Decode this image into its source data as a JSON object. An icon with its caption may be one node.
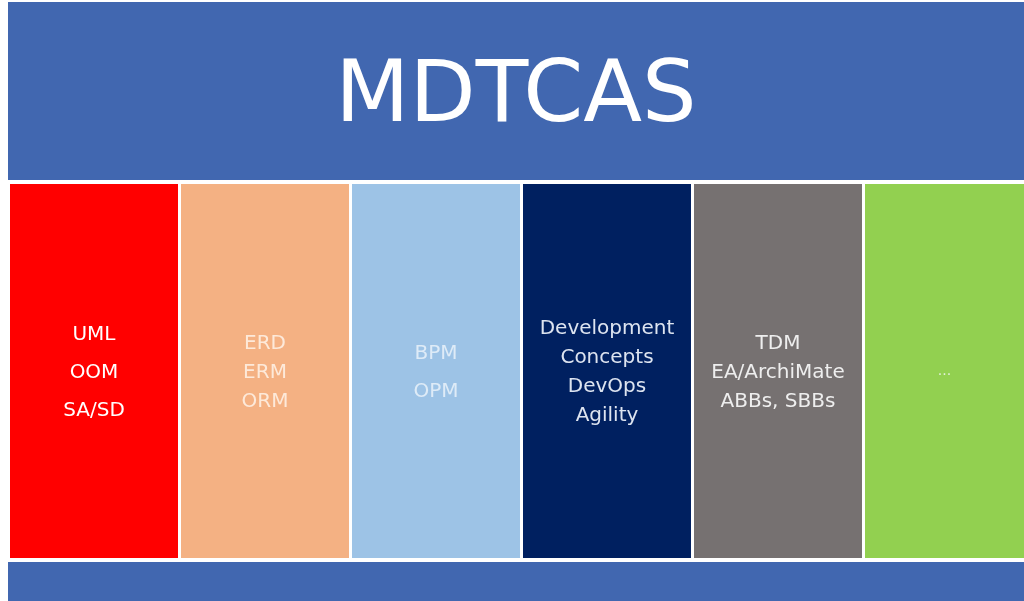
{
  "diagram": {
    "nodes": [
      {
        "text": [
          "MDTCAS"
        ]
      },
      {
        "text": [
          "UML",
          "OOM",
          "SA/SD"
        ]
      },
      {
        "text": [
          "ERD",
          "ERM",
          "ORM"
        ]
      },
      {
        "text": [
          "BPM",
          "OPM"
        ]
      },
      {
        "text": [
          "Development",
          "Concepts",
          "DevOps",
          "Agility"
        ]
      },
      {
        "text": [
          "TDM",
          "EA/ArchiMate",
          "ABBs, SBBs"
        ]
      },
      {
        "text": [
          "..."
        ]
      },
      {
        "text": [],
        "shape": "bar"
      }
    ]
  }
}
